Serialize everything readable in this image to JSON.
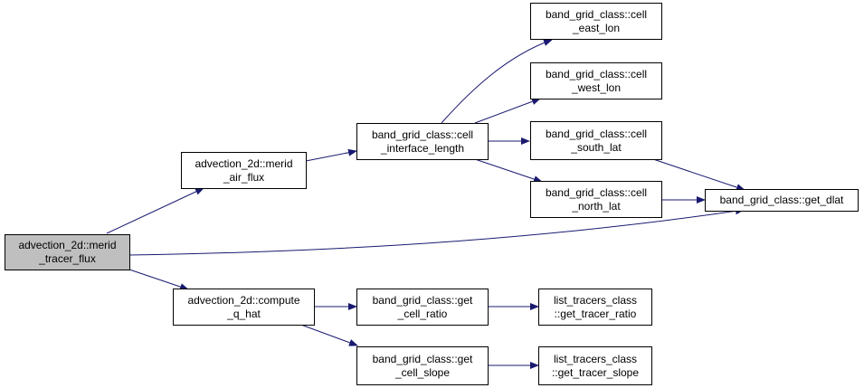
{
  "colors": {
    "edge": "#191970",
    "node_border": "#000000",
    "root_fill": "#bfbfbf",
    "node_fill": "#ffffff"
  },
  "nodes": {
    "merid_tracer_flux": {
      "line1": "advection_2d::merid",
      "line2": "_tracer_flux"
    },
    "merid_air_flux": {
      "line1": "advection_2d::merid",
      "line2": "_air_flux"
    },
    "compute_q_hat": {
      "line1": "advection_2d::compute",
      "line2": "_q_hat"
    },
    "cell_interface_length": {
      "line1": "band_grid_class::cell",
      "line2": "_interface_length"
    },
    "cell_east_lon": {
      "line1": "band_grid_class::cell",
      "line2": "_east_lon"
    },
    "cell_west_lon": {
      "line1": "band_grid_class::cell",
      "line2": "_west_lon"
    },
    "cell_south_lat": {
      "line1": "band_grid_class::cell",
      "line2": "_south_lat"
    },
    "cell_north_lat": {
      "line1": "band_grid_class::cell",
      "line2": "_north_lat"
    },
    "get_dlat": {
      "line1": "band_grid_class::get_dlat",
      "line2": ""
    },
    "get_cell_ratio": {
      "line1": "band_grid_class::get",
      "line2": "_cell_ratio"
    },
    "get_cell_slope": {
      "line1": "band_grid_class::get",
      "line2": "_cell_slope"
    },
    "get_tracer_ratio": {
      "line1": "list_tracers_class",
      "line2": "::get_tracer_ratio"
    },
    "get_tracer_slope": {
      "line1": "list_tracers_class",
      "line2": "::get_tracer_slope"
    }
  }
}
